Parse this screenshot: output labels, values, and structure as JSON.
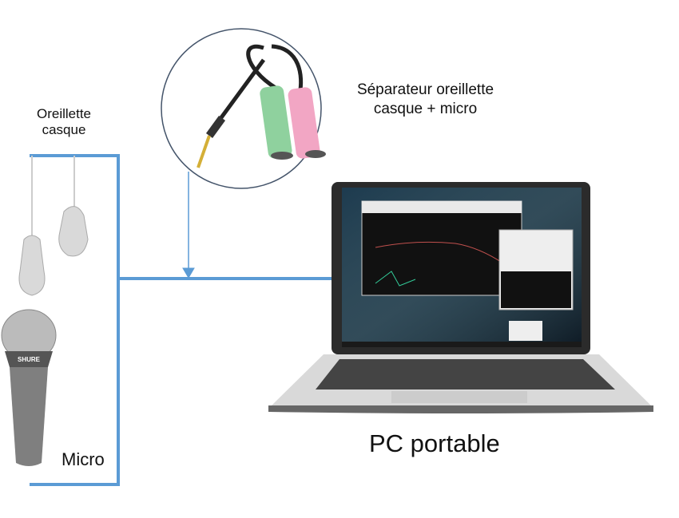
{
  "labels": {
    "splitter": "Séparateur oreillette casque + micro",
    "earphones": "Oreillette casque",
    "microphone": "Micro",
    "laptop": "PC portable",
    "mic_brand": "SHURE"
  },
  "colors": {
    "connector_line": "#5b9bd5",
    "green_jack": "#8fd19e",
    "pink_jack": "#f2a6c4"
  }
}
